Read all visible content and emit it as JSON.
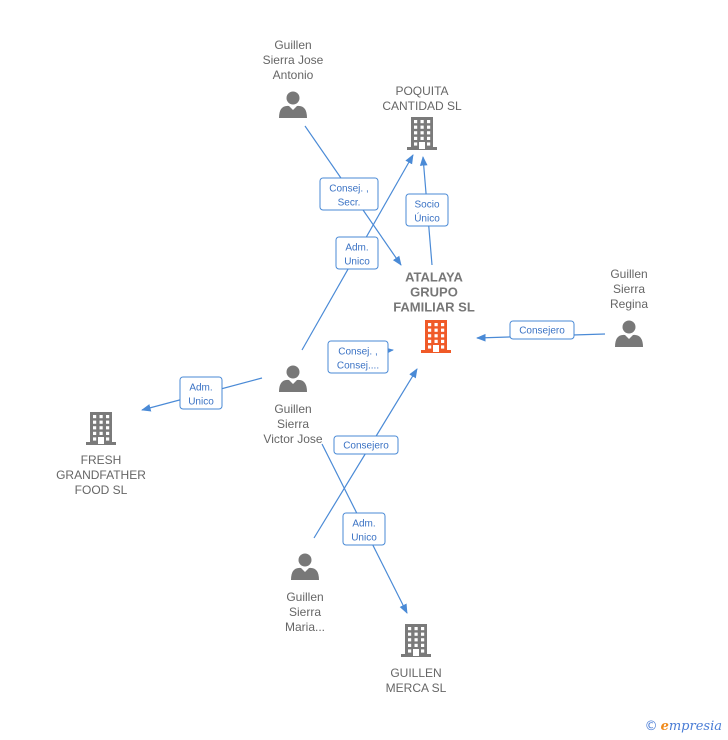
{
  "colors": {
    "edge": "#4a8ad6",
    "person": "#787878",
    "company": "#7a7a7a",
    "focus": "#f05a28"
  },
  "nodes": [
    {
      "id": "atalaya",
      "type": "company",
      "focus": true,
      "lines": [
        "ATALAYA",
        "GRUPO",
        "FAMILIAR  SL"
      ]
    },
    {
      "id": "poquita",
      "type": "company",
      "lines": [
        "POQUITA",
        "CANTIDAD  SL"
      ]
    },
    {
      "id": "fresh",
      "type": "company",
      "lines": [
        "FRESH",
        "GRANDFATHER",
        "FOOD  SL"
      ]
    },
    {
      "id": "merca",
      "type": "company",
      "lines": [
        "GUILLEN",
        "MERCA SL"
      ]
    },
    {
      "id": "jose_antonio",
      "type": "person",
      "lines": [
        "Guillen",
        "Sierra Jose",
        "Antonio"
      ]
    },
    {
      "id": "regina",
      "type": "person",
      "lines": [
        "Guillen",
        "Sierra",
        "Regina"
      ]
    },
    {
      "id": "victor",
      "type": "person",
      "lines": [
        "Guillen",
        "Sierra",
        "Victor Jose"
      ]
    },
    {
      "id": "maria",
      "type": "person",
      "lines": [
        "Guillen",
        "Sierra",
        "Maria..."
      ]
    }
  ],
  "edges": [
    {
      "from": "jose_antonio",
      "to": "atalaya",
      "lines": [
        "Consej. ,",
        "Secr."
      ]
    },
    {
      "from": "victor",
      "to": "poquita",
      "lines": [
        "Adm.",
        "Unico"
      ]
    },
    {
      "from": "atalaya",
      "to": "poquita",
      "lines": [
        "Socio",
        "Único"
      ]
    },
    {
      "from": "regina",
      "to": "atalaya",
      "lines": [
        "Consejero"
      ]
    },
    {
      "from": "victor",
      "to": "atalaya",
      "lines": [
        "Consej. ,",
        "Consej...."
      ]
    },
    {
      "from": "victor",
      "to": "fresh",
      "lines": [
        "Adm.",
        "Unico"
      ]
    },
    {
      "from": "maria",
      "to": "atalaya",
      "lines": [
        "Consejero"
      ]
    },
    {
      "from": "victor",
      "to": "merca",
      "lines": [
        "Adm.",
        "Unico"
      ]
    }
  ],
  "watermark": {
    "symbol": "©",
    "brand_initial": "e",
    "brand_rest": "mpresia"
  }
}
